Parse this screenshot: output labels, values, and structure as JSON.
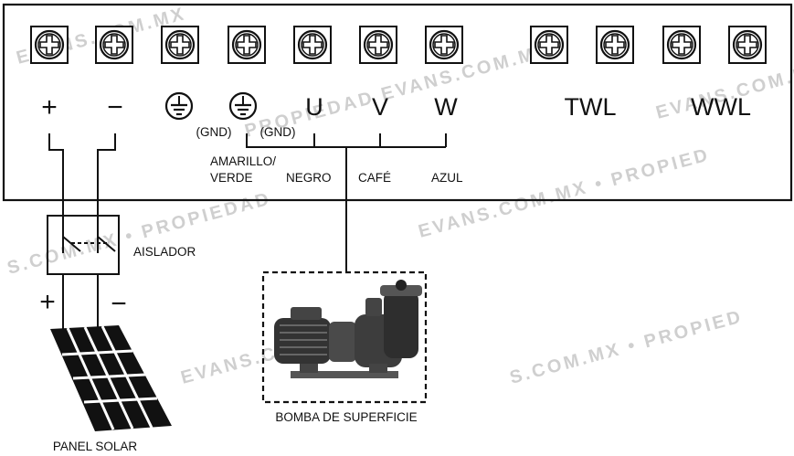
{
  "terminals": {
    "plus": "+",
    "minus": "−",
    "u": "U",
    "v": "V",
    "w": "W",
    "twl": "TWL",
    "wwl": "WWL",
    "gnd1": "(GND)",
    "gnd2": "(GND)"
  },
  "wires": {
    "ground": "AMARILLO/\nVERDE",
    "ground_line1": "AMARILLO/",
    "ground_line2": "VERDE",
    "u": "NEGRO",
    "v": "CAFÉ",
    "w": "AZUL"
  },
  "isolator": {
    "label": "AISLADOR"
  },
  "panel": {
    "label": "PANEL SOLAR",
    "plus": "+",
    "minus": "−"
  },
  "pump": {
    "label": "BOMBA DE SUPERFICIE"
  },
  "watermark": "EVANS.COM.MX • PROPIEDAD",
  "watermark_segments": [
    "EVANS.COM.MX",
    "PROPIEDAD EVANS.COM.MX",
    "S.COM.MX • PROPIEDAD",
    "EVANS.COM.MX • PROPIED",
    "S.COM.MX • PROPIED"
  ],
  "colors": {
    "line": "#111111",
    "watermark": "#cfcfcf",
    "box": "#111111"
  },
  "icons": [
    "screw-terminal-icon",
    "ground-icon",
    "switch-icon",
    "solar-panel-icon",
    "pump-image"
  ]
}
